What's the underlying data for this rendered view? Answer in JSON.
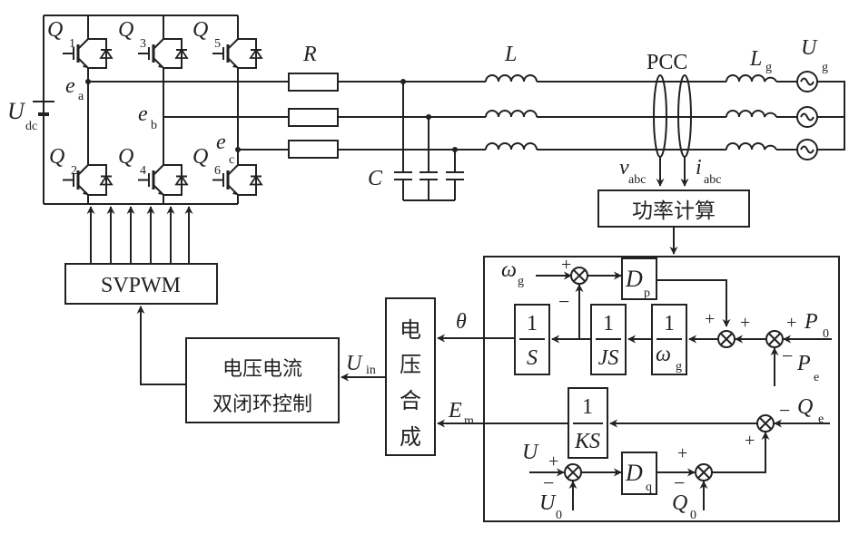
{
  "diagram": {
    "title": "VSG control of three-phase inverter",
    "inverter": {
      "dc_source": {
        "symbol": "U",
        "sub": "dc"
      },
      "switches": [
        {
          "symbol": "Q",
          "sub": "1"
        },
        {
          "symbol": "Q",
          "sub": "3"
        },
        {
          "symbol": "Q",
          "sub": "5"
        },
        {
          "symbol": "Q",
          "sub": "2"
        },
        {
          "symbol": "Q",
          "sub": "4"
        },
        {
          "symbol": "Q",
          "sub": "6"
        }
      ],
      "phase_outputs": [
        {
          "symbol": "e",
          "sub": "a"
        },
        {
          "symbol": "e",
          "sub": "b"
        },
        {
          "symbol": "e",
          "sub": "c"
        }
      ]
    },
    "filter": {
      "resistor": "R",
      "inductor": "L",
      "capacitor": "C"
    },
    "grid": {
      "pcc_label": "PCC",
      "grid_inductor": {
        "symbol": "L",
        "sub": "g"
      },
      "grid_source": {
        "symbol": "U",
        "sub": "g"
      },
      "measurements": [
        {
          "symbol": "v",
          "sub": "abc"
        },
        {
          "symbol": "i",
          "sub": "abc"
        }
      ]
    },
    "blocks": {
      "power_calc": "功率计算",
      "svpwm": "SVPWM",
      "dual_loop_line1": "电压电流",
      "dual_loop_line2": "双闭环控制",
      "voltage_synth": [
        "电",
        "压",
        "合",
        "成"
      ]
    },
    "signals": {
      "theta": "θ",
      "u_in": {
        "symbol": "U",
        "sub": "in"
      },
      "e_m": {
        "symbol": "E",
        "sub": "m"
      }
    },
    "control": {
      "omega_g": {
        "symbol": "ω",
        "sub": "g"
      },
      "dp": {
        "symbol": "D",
        "sub": "p"
      },
      "dq": {
        "symbol": "D",
        "sub": "q"
      },
      "one": "1",
      "s_den": "S",
      "js_den": "JS",
      "ks_den": "KS",
      "omega_den": {
        "symbol": "ω",
        "sub": "g"
      },
      "p0": {
        "symbol": "P",
        "sub": "0"
      },
      "pe": {
        "symbol": "P",
        "sub": "e"
      },
      "qe": {
        "symbol": "Q",
        "sub": "e"
      },
      "q0": {
        "symbol": "Q",
        "sub": "0"
      },
      "u": "U",
      "u0": {
        "symbol": "U",
        "sub": "0"
      },
      "plus": "+",
      "minus": "−"
    }
  }
}
